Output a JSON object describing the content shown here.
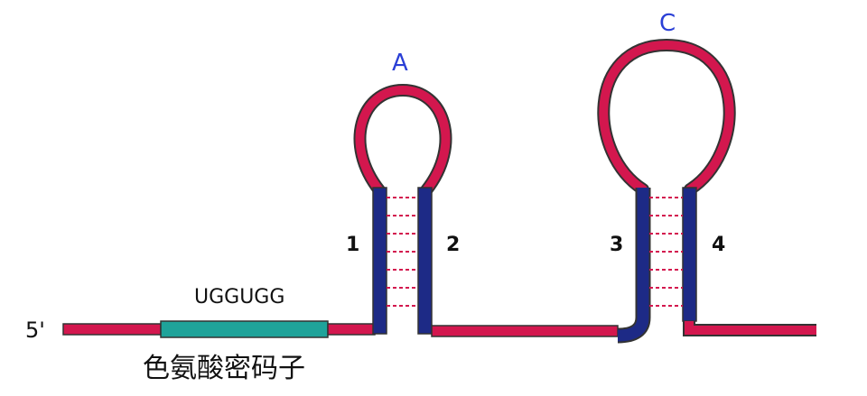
{
  "labels": {
    "five_prime": "5'",
    "codon_seq": "UGGUGG",
    "codon_caption": "色氨酸密码子",
    "loop_a": "A",
    "loop_c": "C",
    "seg_1": "1",
    "seg_2": "2",
    "seg_3": "3",
    "seg_4": "4"
  },
  "colors": {
    "rna_strand": "#d3174e",
    "rna_outline": "#333333",
    "stem_segment": "#1d2a86",
    "codon_box": "#1fa39a",
    "base_pair": "#d3174e",
    "loop_label": "#2a3fd6"
  }
}
